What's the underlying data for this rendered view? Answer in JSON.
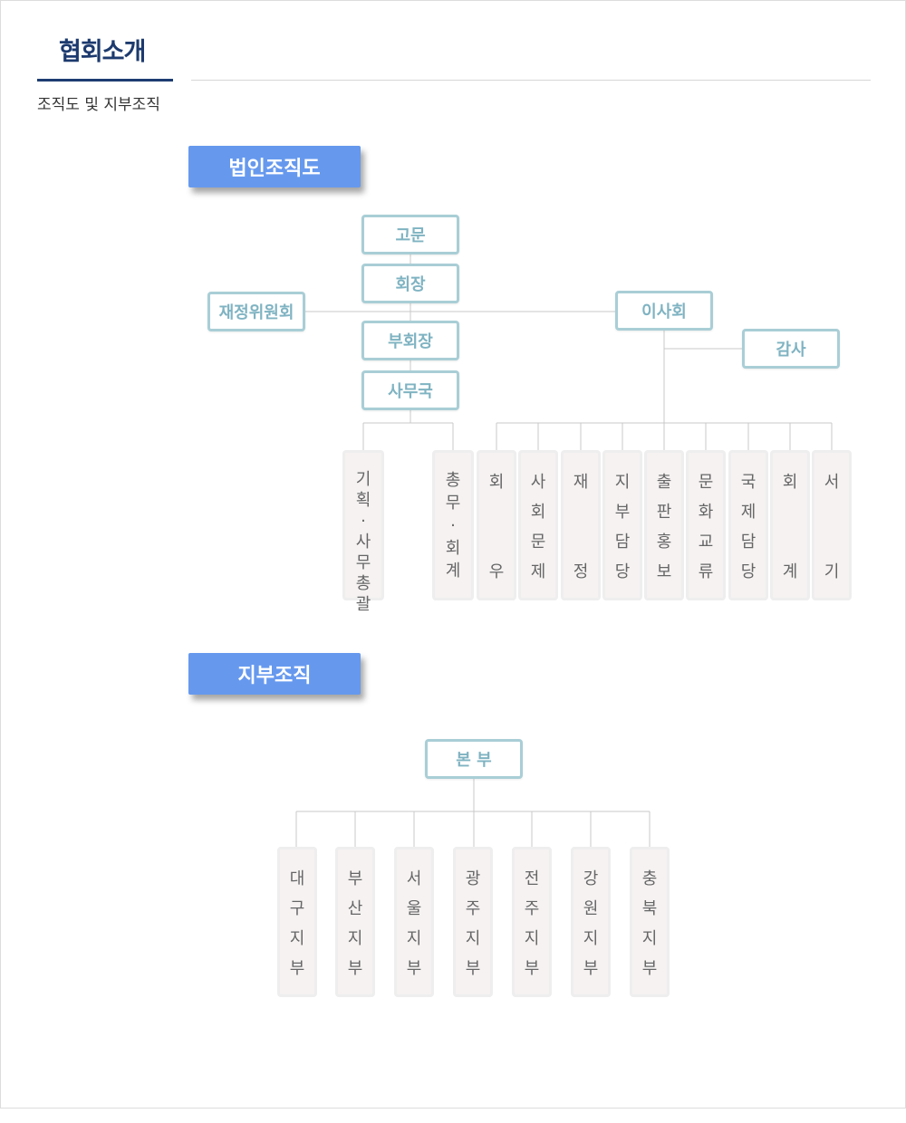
{
  "header": {
    "title": "협회소개",
    "subtitle": "조직도 및 지부조직"
  },
  "corporate_chart": {
    "label": "법인조직도",
    "nodes": {
      "advisor": "고문",
      "chairman": "회장",
      "finance_committee": "재정위원회",
      "board": "이사회",
      "audit": "감사",
      "vice_chairman": "부회장",
      "secretariat": "사무국"
    },
    "departments": [
      "기\n획\n·\n사\n무\n총\n괄",
      "총\n무\n·\n회\n계",
      "회\n\n\n우",
      "사\n회\n문\n제",
      "재\n\n\n정",
      "지\n부\n담\n당",
      "출\n판\n홍\n보",
      "문\n화\n교\n류",
      "국\n제\n담\n당",
      "회\n\n\n계",
      "서\n\n\n기"
    ]
  },
  "branch_chart": {
    "label": "지부조직",
    "headquarters": "본 부",
    "branches": [
      "대\n구\n지\n부",
      "부\n산\n지\n부",
      "서\n울\n지\n부",
      "광\n주\n지\n부",
      "전\n주\n지\n부",
      "강\n원\n지\n부",
      "충\n북\n지\n부"
    ]
  }
}
